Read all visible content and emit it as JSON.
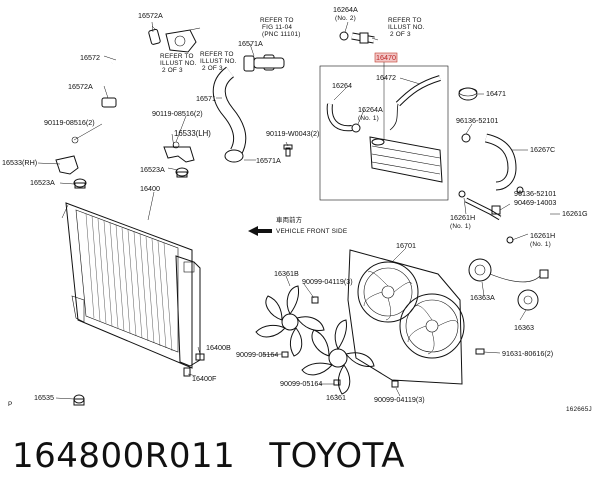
{
  "labels": {
    "p16572A": "16572A",
    "p16572": "16572",
    "p16572A_b": "16572A",
    "p90119_08516": "90119-08516(2)",
    "p16533RH": "16533(RH)",
    "p16523A": "16523A",
    "p90119_08516_b": "90119-08516(2)",
    "p16533LH": "16533(LH)",
    "p16523A_b": "16523A",
    "p16400": "16400",
    "p16571A": "16571A",
    "p16571": "16571",
    "p90119_W0043": "90119-W0043(2)",
    "p16571A_b": "16571A",
    "p16264A": "16264A",
    "p16264A_no2": "(No. 2)",
    "p16470": "16470",
    "p16264": "16264",
    "p16472": "16472",
    "p16264A_b": "16264A",
    "p16264A_no1": "(No. 1)",
    "p16471": "16471",
    "p96136_52101": "96136-52101",
    "p16267C": "16267C",
    "p96136_52101_b": "96136-52101",
    "p90469_14003": "90469-14003",
    "p16261G": "16261G",
    "p16261H": "16261H",
    "p16261H_no1": "(No. 1)",
    "p16261H_b": "16261H",
    "p16261H_no1_b": "(No. 1)",
    "p16701": "16701",
    "p16361B": "16361B",
    "p90099_04119": "90099-04119(3)",
    "p90099_05164": "90099-05164",
    "p90099_05164_b": "90099-05164",
    "p16361": "16361",
    "p90099_04119_b": "90099-04119(3)",
    "p16363A": "16363A",
    "p16363": "16363",
    "p91631_80616": "91631-80616(2)",
    "p16400B": "16400B",
    "p16400F": "16400F",
    "p16535": "16535",
    "vehicle_front_jp": "車両前方",
    "vehicle_front": "VEHICLE FRONT SIDE",
    "page_mark": "P",
    "diagram_id": "162665J"
  },
  "notes": {
    "ref_fig_1": "REFER TO",
    "ref_fig_2": "FIG 11-04",
    "ref_fig_3": "(PNC 11101)",
    "ref_illust_a1": "REFER TO",
    "ref_illust_a2": "ILLUST NO.",
    "ref_illust_a3": "2 OF 3",
    "ref_illust_b1": "REFER TO",
    "ref_illust_b2": "ILLUST NO.",
    "ref_illust_b3": "2 OF 3",
    "ref_illust_c1": "REFER TO",
    "ref_illust_c2": "ILLUST NO.",
    "ref_illust_c3": "2 OF 3"
  },
  "caption": {
    "part_number": "164800R011",
    "brand": "TOYOTA"
  },
  "colors": {
    "highlight": "#c0392b",
    "highlight_fill": "#f2c6c6",
    "ink": "#111111"
  }
}
